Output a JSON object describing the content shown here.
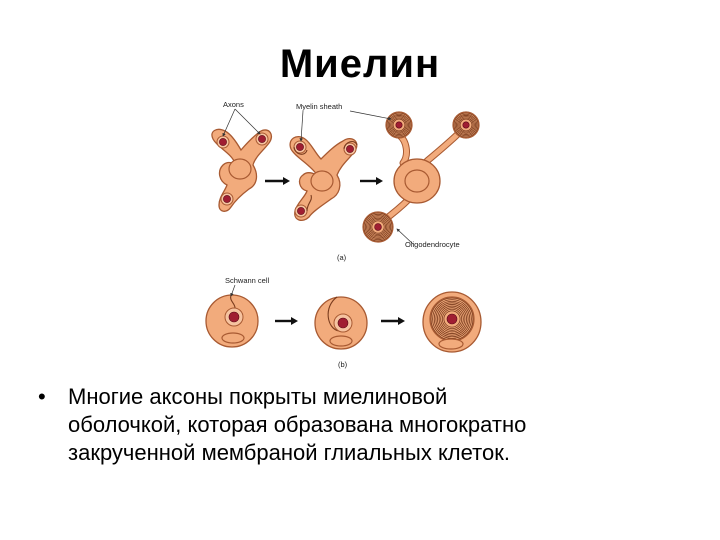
{
  "slide": {
    "title": "Миелин"
  },
  "figure": {
    "labels": {
      "axons": "Axons",
      "myelin_sheath": "Myelin sheath",
      "oligodendrocyte": "Oligodendrocyte",
      "schwann_cell": "Schwann cell",
      "panel_a": "(a)",
      "panel_b": "(b)"
    },
    "colors": {
      "cell_fill": "#f2ab7c",
      "cell_outline": "#a85a32",
      "axon_fill": "#a01e32",
      "membrane_line": "#7a3c1e",
      "arrow": "#111111"
    }
  },
  "bullet": {
    "marker": "•",
    "lines": [
      "Многие аксоны покрыты миелиновой",
      "оболочкой, которая образована многократно",
      "закрученной мембраной глиальных клеток."
    ]
  }
}
